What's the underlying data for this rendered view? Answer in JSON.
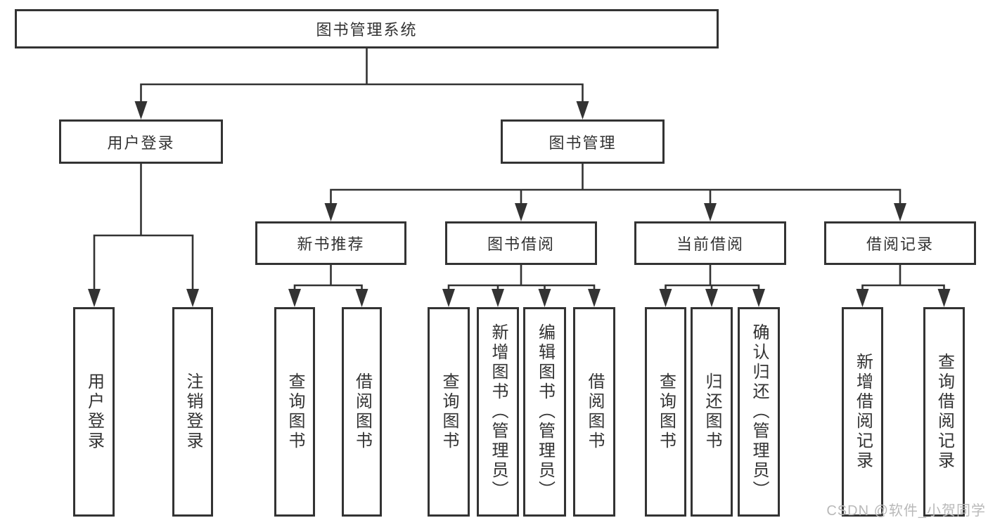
{
  "colors": {
    "line": "#333333",
    "box_border": "#333333",
    "text": "#333333",
    "background": "#ffffff",
    "watermark_color": "#b9b9b9"
  },
  "watermark": {
    "text": "CSDN @软件_小贺同学"
  },
  "chart": {
    "type": "org-tree",
    "root": {
      "label": "图书管理系统",
      "children": [
        {
          "label": "用户登录",
          "children": [
            {
              "label": "用户登录"
            },
            {
              "label": "注销登录"
            }
          ]
        },
        {
          "label": "图书管理",
          "children": [
            {
              "label": "新书推荐",
              "children": [
                {
                  "label": "查询图书"
                },
                {
                  "label": "借阅图书"
                }
              ]
            },
            {
              "label": "图书借阅",
              "children": [
                {
                  "label": "查询图书"
                },
                {
                  "label": "新增图书（管理员）"
                },
                {
                  "label": "编辑图书（管理员）"
                },
                {
                  "label": "借阅图书"
                }
              ]
            },
            {
              "label": "当前借阅",
              "children": [
                {
                  "label": "查询图书"
                },
                {
                  "label": "归还图书"
                },
                {
                  "label": "确认归还（管理员）"
                }
              ]
            },
            {
              "label": "借阅记录",
              "children": [
                {
                  "label": "新增借阅记录"
                },
                {
                  "label": "查询借阅记录"
                }
              ]
            }
          ]
        }
      ]
    }
  }
}
